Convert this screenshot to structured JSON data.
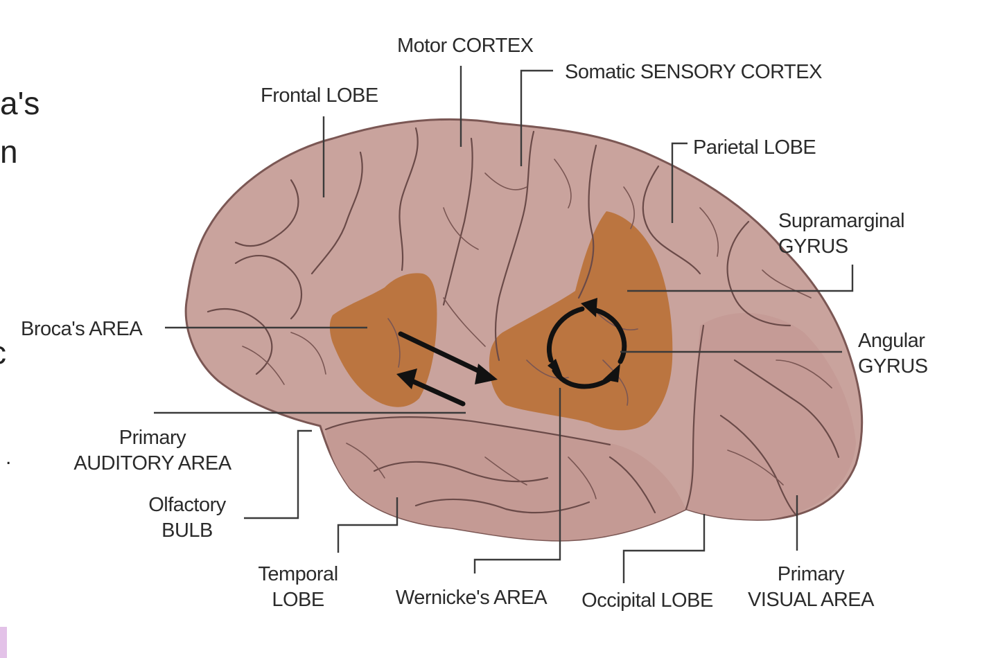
{
  "fragments": {
    "left_top": "a's",
    "left_mid": "n",
    "left_c": "c",
    "left_dot": "."
  },
  "labels": {
    "motor_cortex": "Motor CORTEX",
    "somatic_sensory_cortex": "Somatic SENSORY CORTEX",
    "frontal_lobe": "Frontal LOBE",
    "parietal_lobe": "Parietal LOBE",
    "supramarginal_gyrus": [
      "Supramarginal",
      "GYRUS"
    ],
    "angular_gyrus": [
      "Angular",
      "GYRUS"
    ],
    "brocas_area": "Broca's AREA",
    "primary_auditory_area": [
      "Primary",
      "AUDITORY AREA"
    ],
    "olfactory_bulb": [
      "Olfactory",
      "BULB"
    ],
    "temporal_lobe": [
      "Temporal",
      "LOBE"
    ],
    "wernickes_area": "Wernicke's AREA",
    "occipital_lobe": "Occipital LOBE",
    "primary_visual_area": [
      "Primary",
      "VISUAL AREA"
    ]
  },
  "colors": {
    "brain_fill": "#c9a39d",
    "brain_outline": "#7b5754",
    "highlight": "#b86b2c",
    "arrow": "#111111",
    "edge_accent": "#e3c2e8"
  }
}
